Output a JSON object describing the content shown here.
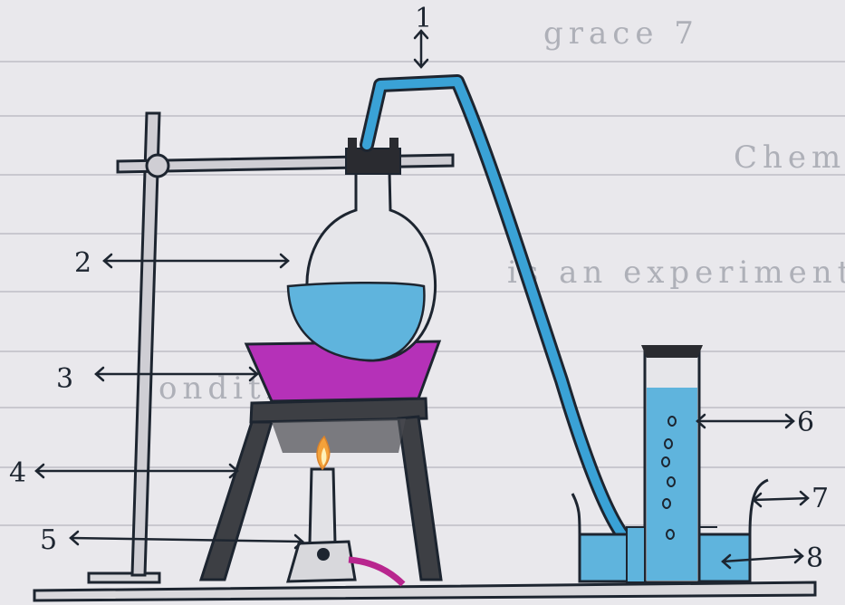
{
  "labels": {
    "l1": "1",
    "l2": "2",
    "l3": "3",
    "l4": "4",
    "l5": "5",
    "l6": "6",
    "l7": "7",
    "l8": "8"
  },
  "bleed_through": {
    "line1": "Chemistry",
    "line2": "is an experiment",
    "line3": "condition",
    "line4": "grace 7"
  },
  "colors": {
    "paper": "#e9e8ec",
    "water": "#5fb4dd",
    "tube": "#3aa2d6",
    "gauze": "#b531b8",
    "tripod": "#3d3f44",
    "ink": "#1d2530",
    "flame": "#f4a23a",
    "burner_hose": "#b8268e"
  }
}
